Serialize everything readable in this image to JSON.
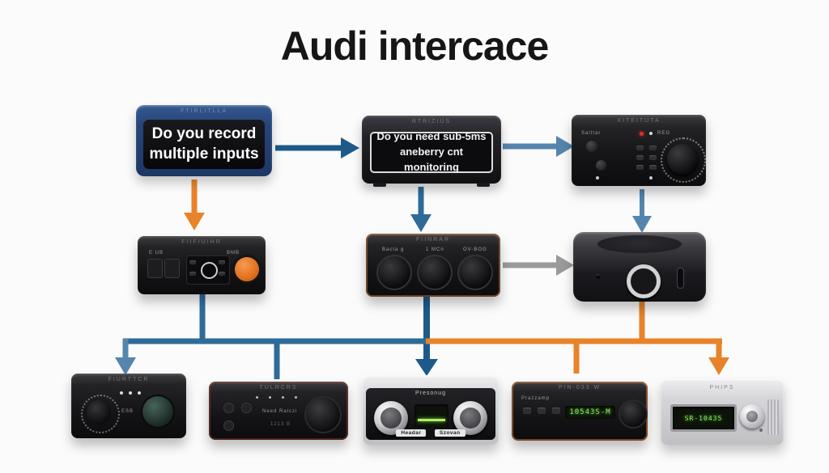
{
  "title": "Audi intercace",
  "colors": {
    "blue_dark": "#1d5a8a",
    "blue_mid": "#2e6b99",
    "blue_light": "#5585ad",
    "orange": "#e8832a",
    "gray": "#9a9a9a"
  },
  "row1": {
    "box1": {
      "line1": "Do you record",
      "line2": "multiple inputs",
      "top_label": "Ftirlitlla"
    },
    "box2": {
      "line1": "Do you need sub-5ms",
      "line2": "aneberry cnt monitoring",
      "top_label": "Rtrizius"
    },
    "device3": {
      "top_label": "Xiteituta",
      "panel_label": "Salttar",
      "panel_right_label": "REG"
    }
  },
  "row2": {
    "device1": {
      "top_label": "Fiifiuihr",
      "panel_label": "E UB",
      "panel_right_label": "BMB"
    },
    "device2": {
      "top_label": "Fiinrar",
      "knob_labels": [
        "Bacta g",
        "1 MCn",
        "OV-BOG"
      ]
    },
    "device3": {
      "top_label": ""
    }
  },
  "row3": {
    "device1": {
      "top_label": "Fiurttcr",
      "panel_label": "ESB"
    },
    "device2": {
      "top_label": "Tulrcrs",
      "panel_label": "Need Ralczi",
      "sub_label": "1213 B"
    },
    "device3": {
      "brand": "Presonug",
      "chips": [
        "Headar",
        "Szovan"
      ]
    },
    "device4": {
      "top_label": "Pin-033 W",
      "panel_label": "Prazzamp",
      "display": "10543S-M"
    },
    "device5": {
      "brand": "Phips",
      "display": "SR-10435"
    }
  }
}
